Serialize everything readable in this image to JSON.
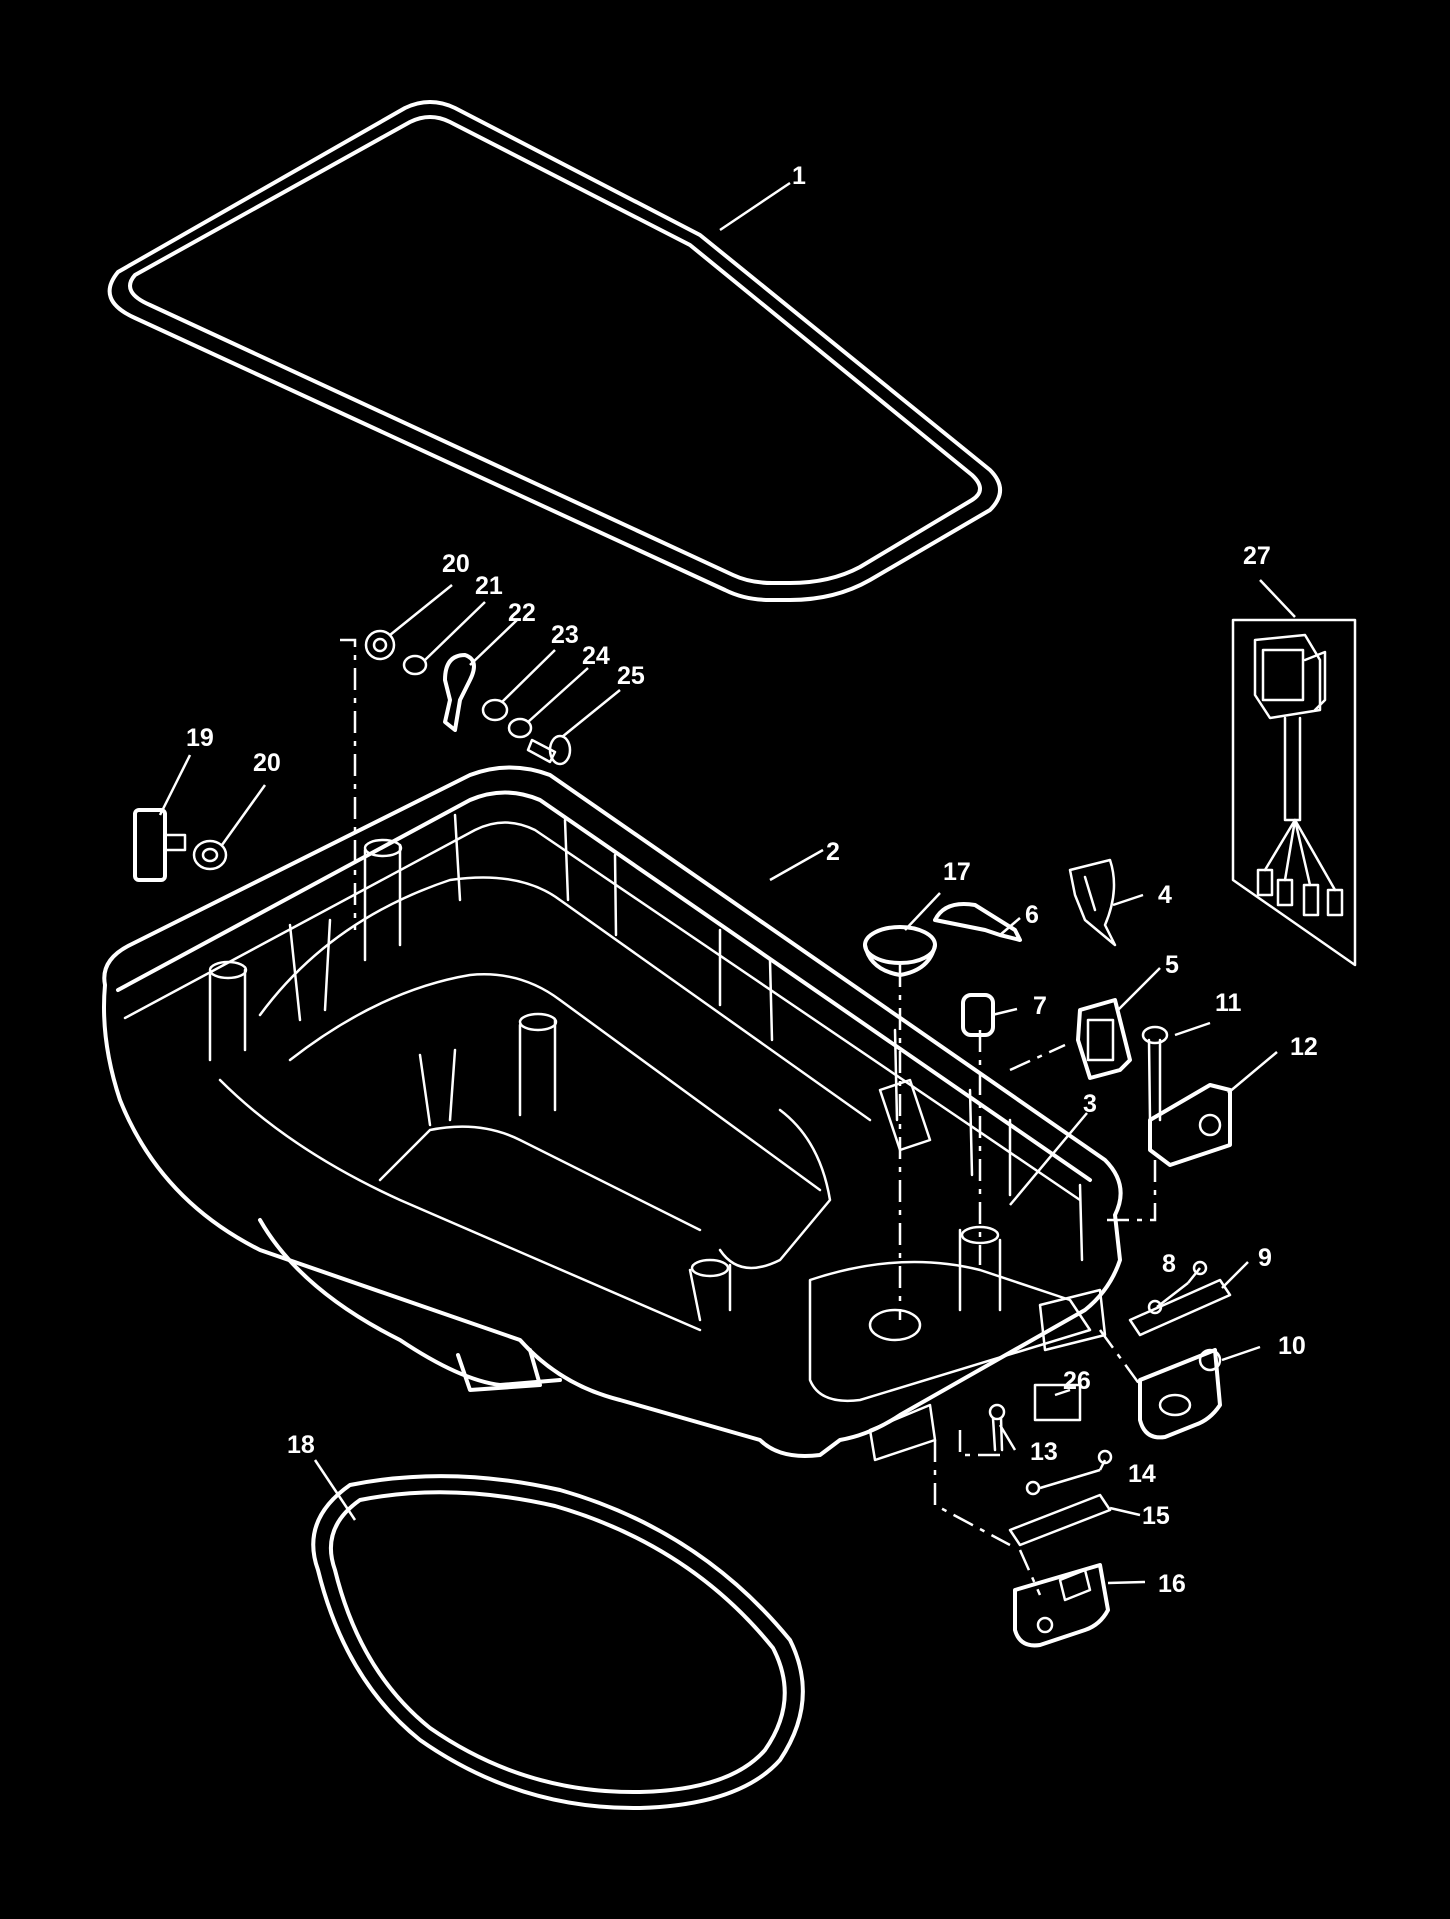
{
  "diagram": {
    "background_color": "#000000",
    "line_color": "#ffffff",
    "parts": [
      {
        "callout": "1",
        "icon": "top-cowl-seal"
      },
      {
        "callout": "2",
        "icon": "lower-cowl"
      },
      {
        "callout": "3",
        "icon": "cowl-post"
      },
      {
        "callout": "4",
        "icon": "spring-clip"
      },
      {
        "callout": "5",
        "icon": "grommet-bracket"
      },
      {
        "callout": "6",
        "icon": "latch-clip"
      },
      {
        "callout": "7",
        "icon": "bushing"
      },
      {
        "callout": "8",
        "icon": "screw"
      },
      {
        "callout": "9",
        "icon": "retainer-plate"
      },
      {
        "callout": "10",
        "icon": "seal-plate"
      },
      {
        "callout": "11",
        "icon": "bolt"
      },
      {
        "callout": "12",
        "icon": "bracket"
      },
      {
        "callout": "13",
        "icon": "screw"
      },
      {
        "callout": "14",
        "icon": "screw"
      },
      {
        "callout": "15",
        "icon": "retainer-plate"
      },
      {
        "callout": "16",
        "icon": "grommet-plate"
      },
      {
        "callout": "17",
        "icon": "plug"
      },
      {
        "callout": "18",
        "icon": "lower-seal"
      },
      {
        "callout": "19",
        "icon": "latch-lever"
      },
      {
        "callout": "20",
        "icon": "bushing"
      },
      {
        "callout": "21",
        "icon": "washer"
      },
      {
        "callout": "22",
        "icon": "latch-hook"
      },
      {
        "callout": "23",
        "icon": "washer"
      },
      {
        "callout": "24",
        "icon": "washer"
      },
      {
        "callout": "25",
        "icon": "bolt"
      },
      {
        "callout": "26",
        "icon": "decal"
      },
      {
        "callout": "27",
        "icon": "kill-switch-assembly"
      }
    ]
  }
}
